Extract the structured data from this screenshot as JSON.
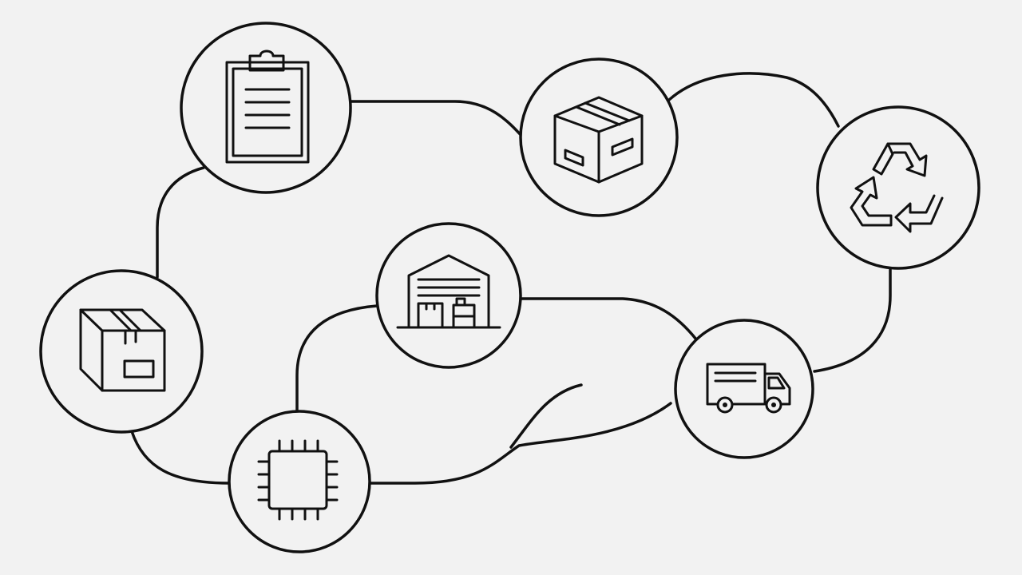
{
  "diagram": {
    "background": "#f2f2f2",
    "stroke_color": "#111111",
    "nodes": [
      {
        "id": "order",
        "icon": "clipboard-icon"
      },
      {
        "id": "package",
        "icon": "shipping-box-icon"
      },
      {
        "id": "recycle",
        "icon": "recycle-icon"
      },
      {
        "id": "raw-material",
        "icon": "package-box-icon"
      },
      {
        "id": "warehouse",
        "icon": "warehouse-icon"
      },
      {
        "id": "delivery",
        "icon": "delivery-truck-icon"
      },
      {
        "id": "manufacturing",
        "icon": "microchip-icon"
      }
    ]
  }
}
